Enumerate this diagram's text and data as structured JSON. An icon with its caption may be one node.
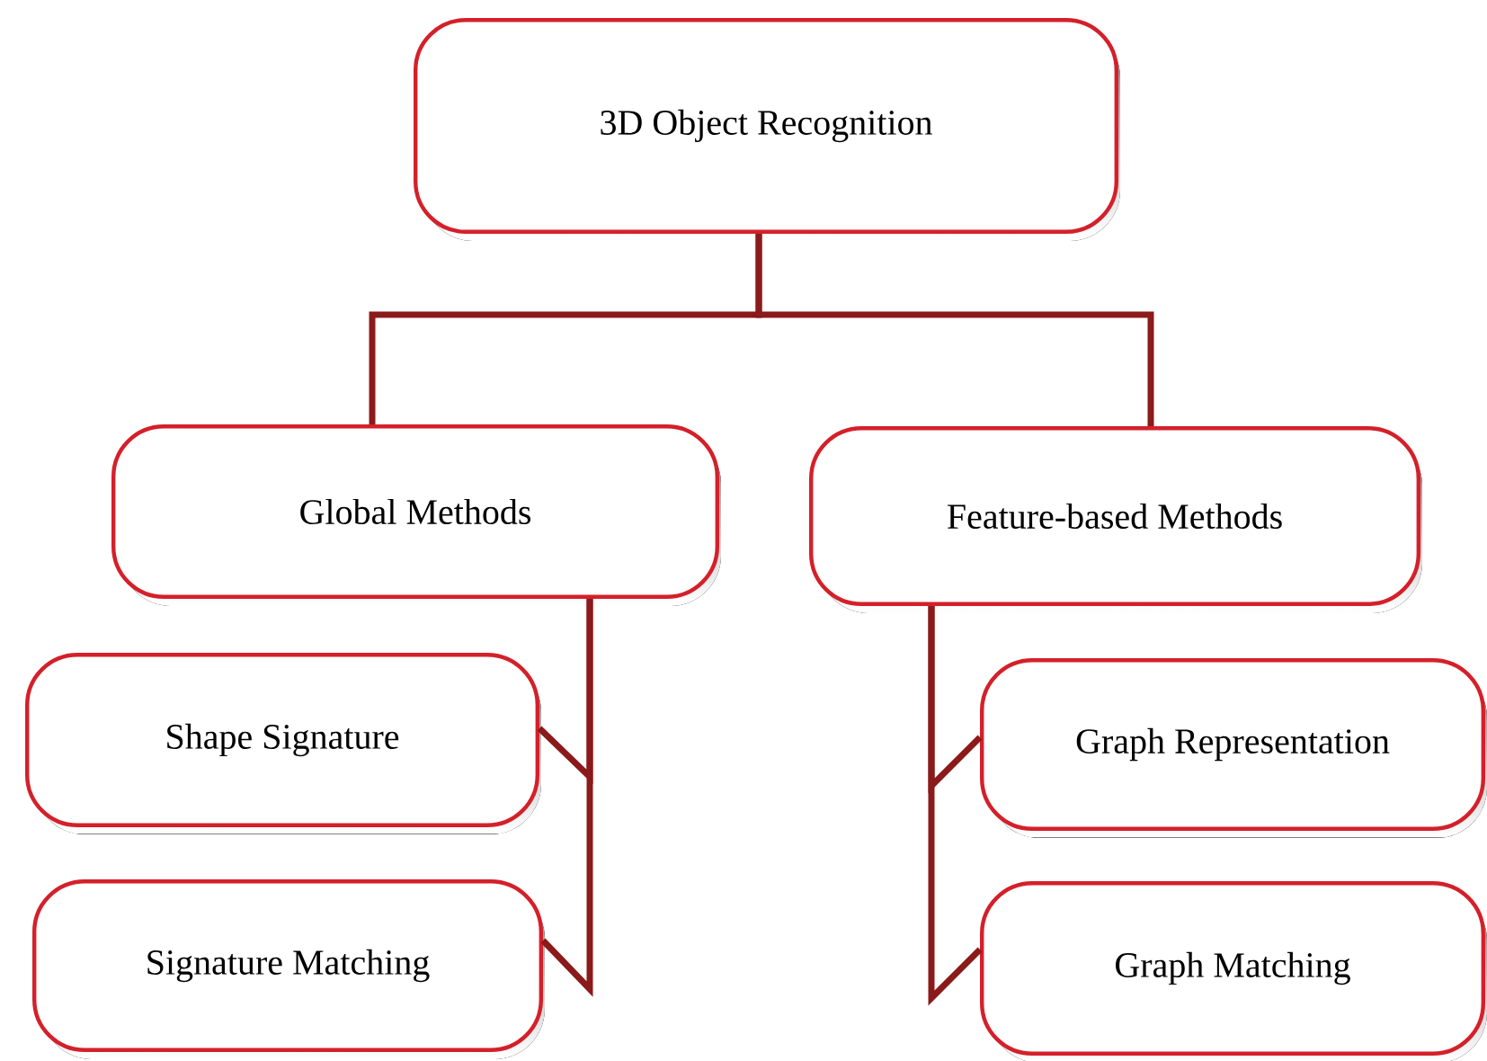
{
  "diagram": {
    "nodes": [
      {
        "text": [
          "3D Object Recognition"
        ]
      },
      {
        "text": [
          "Global Methods"
        ]
      },
      {
        "text": [
          "Feature-based Methods"
        ]
      },
      {
        "text": [
          "Shape Signature"
        ]
      },
      {
        "text": [
          "Signature Matching"
        ]
      },
      {
        "text": [
          "Graph Representation"
        ]
      },
      {
        "text": [
          "Graph Matching"
        ]
      }
    ],
    "edges": [
      {
        "from": 0,
        "to": 1,
        "arrow": "none"
      },
      {
        "from": 0,
        "to": 2,
        "arrow": "none"
      },
      {
        "from": 1,
        "to": 3,
        "arrow": "none"
      },
      {
        "from": 1,
        "to": 4,
        "arrow": "none"
      },
      {
        "from": 2,
        "to": 5,
        "arrow": "none"
      },
      {
        "from": 2,
        "to": 6,
        "arrow": "none"
      }
    ]
  }
}
